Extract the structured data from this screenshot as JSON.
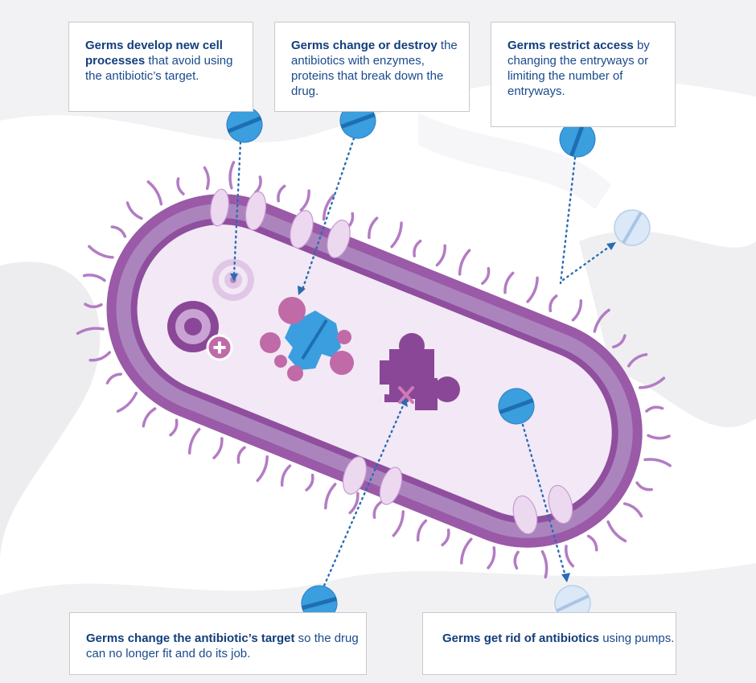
{
  "callouts": {
    "develop_processes": {
      "bold": "Germs develop new cell processes",
      "rest": " that avoid using the antibiotic’s target."
    },
    "change_destroy": {
      "bold": "Germs change or destroy",
      "rest": " the antibiotics with enzymes, proteins that break down the drug."
    },
    "restrict_access": {
      "bold": "Germs restrict access",
      "rest": " by changing the entryways or limiting the number of entryways."
    },
    "change_target": {
      "bold": "Germs change the antibiotic’s target",
      "rest": " so the drug can no longer fit and do its job."
    },
    "pumps": {
      "bold": "Germs get rid of antibiotics",
      "rest": " using pumps."
    }
  },
  "colors": {
    "navy_text": "#123e7c",
    "pill_blue": "#3b9ede",
    "pill_pale": "#dbe8f7",
    "membrane_purple": "#9a5aa8",
    "membrane_inner": "#ab84bd",
    "cytoplasm": "#f3e8f5",
    "target_magenta": "#c06aa8",
    "puzzle_purple": "#8a4797",
    "background_swirl": "#eeeef0"
  },
  "icons": [
    "antibiotic-pill-icon",
    "target-icon",
    "plus-icon",
    "x-mark-icon",
    "puzzle-piece-icon",
    "enzyme-icon"
  ]
}
